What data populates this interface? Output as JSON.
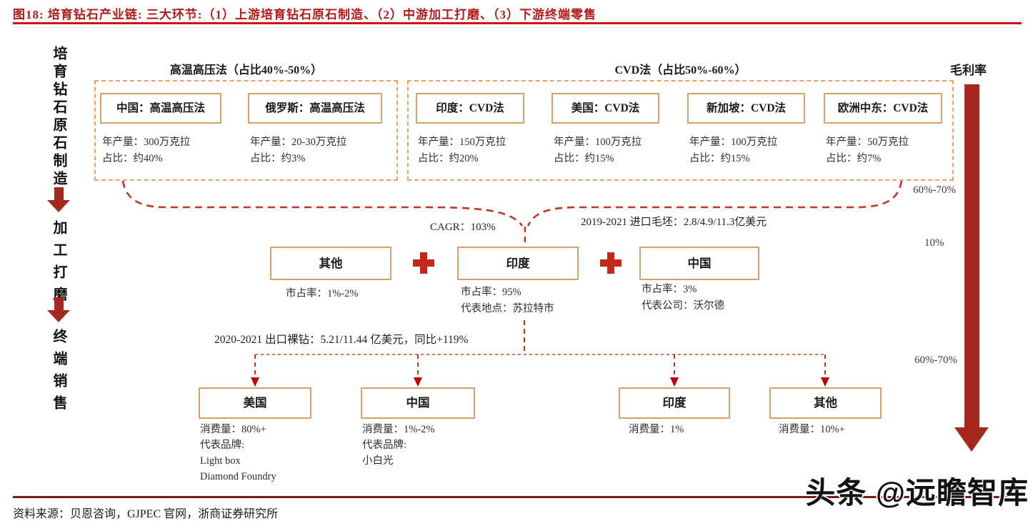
{
  "title": "图18:  培育钻石产业链:  三大环节:（1）上游培育钻石原石制造、（2）中游加工打磨、（3）下游终端零售",
  "left_rail": {
    "stages": [
      "培育钻石原石制造",
      "加工打磨",
      "终端销售"
    ]
  },
  "upstream": {
    "groups": [
      {
        "label": "高温高压法（占比40%-50%）",
        "producers": [
          {
            "name": "中国：高温高压法",
            "lines": [
              "年产量：300万克拉",
              "占比：约40%"
            ]
          },
          {
            "name": "俄罗斯：高温高压法",
            "lines": [
              "年产量：20-30万克拉",
              "占比：约3%"
            ]
          }
        ]
      },
      {
        "label": "CVD法（占比50%-60%）",
        "producers": [
          {
            "name": "印度：CVD法",
            "lines": [
              "年产量：150万克拉",
              "占比：约20%"
            ]
          },
          {
            "name": "美国：CVD法",
            "lines": [
              "年产量：100万克拉",
              "占比：约15%"
            ]
          },
          {
            "name": "新加坡：CVD法",
            "lines": [
              "年产量：100万克拉",
              "占比：约15%"
            ]
          },
          {
            "name": "欧洲中东：CVD法",
            "lines": [
              "年产量：50万克拉",
              "占比：约7%"
            ]
          }
        ]
      }
    ]
  },
  "midstream": {
    "cagr_note": "CAGR：103%",
    "import_note": "2019-2021 进口毛坯：2.8/4.9/11.3亿美元",
    "export_note": "2020-2021 出口裸钻：5.21/11.44 亿美元，同比+119%",
    "processors": [
      {
        "name": "其他",
        "lines": [
          "市占率：1%-2%"
        ]
      },
      {
        "name": "印度",
        "lines": [
          "市占率：95%",
          "代表地点：苏拉特市"
        ]
      },
      {
        "name": "中国",
        "lines": [
          "市占率：3%",
          "代表公司：沃尔德"
        ]
      }
    ]
  },
  "downstream": {
    "markets": [
      {
        "name": "美国",
        "lines": [
          "消费量：80%+",
          "代表品牌:",
          "Light box",
          "Diamond Foundry"
        ]
      },
      {
        "name": "中国",
        "lines": [
          "消费量：1%-2%",
          "代表品牌:",
          "小白光"
        ]
      },
      {
        "name": "印度",
        "lines": [
          "消费量：1%"
        ]
      },
      {
        "name": "其他",
        "lines": [
          "消费量：10%+"
        ]
      }
    ]
  },
  "margin_rail": {
    "title": "毛利率",
    "values": [
      "60%-70%",
      "10%",
      "60%-70%"
    ]
  },
  "footer": {
    "source": "资料来源：贝恩咨询，GJPEC 官网，浙商证券研究所"
  },
  "watermark": "头条 @远瞻智库",
  "colors": {
    "title_red": "#B21A1A",
    "title_rule_red": "#CC1416",
    "footer_rule_red": "#7E1A16",
    "box_border_tan": "#D9A06B",
    "group_border_orange": "#F0A066",
    "connector_red": "#C13524",
    "arrow_dark_red": "#A5281E",
    "plus_red": "#C3281B"
  }
}
